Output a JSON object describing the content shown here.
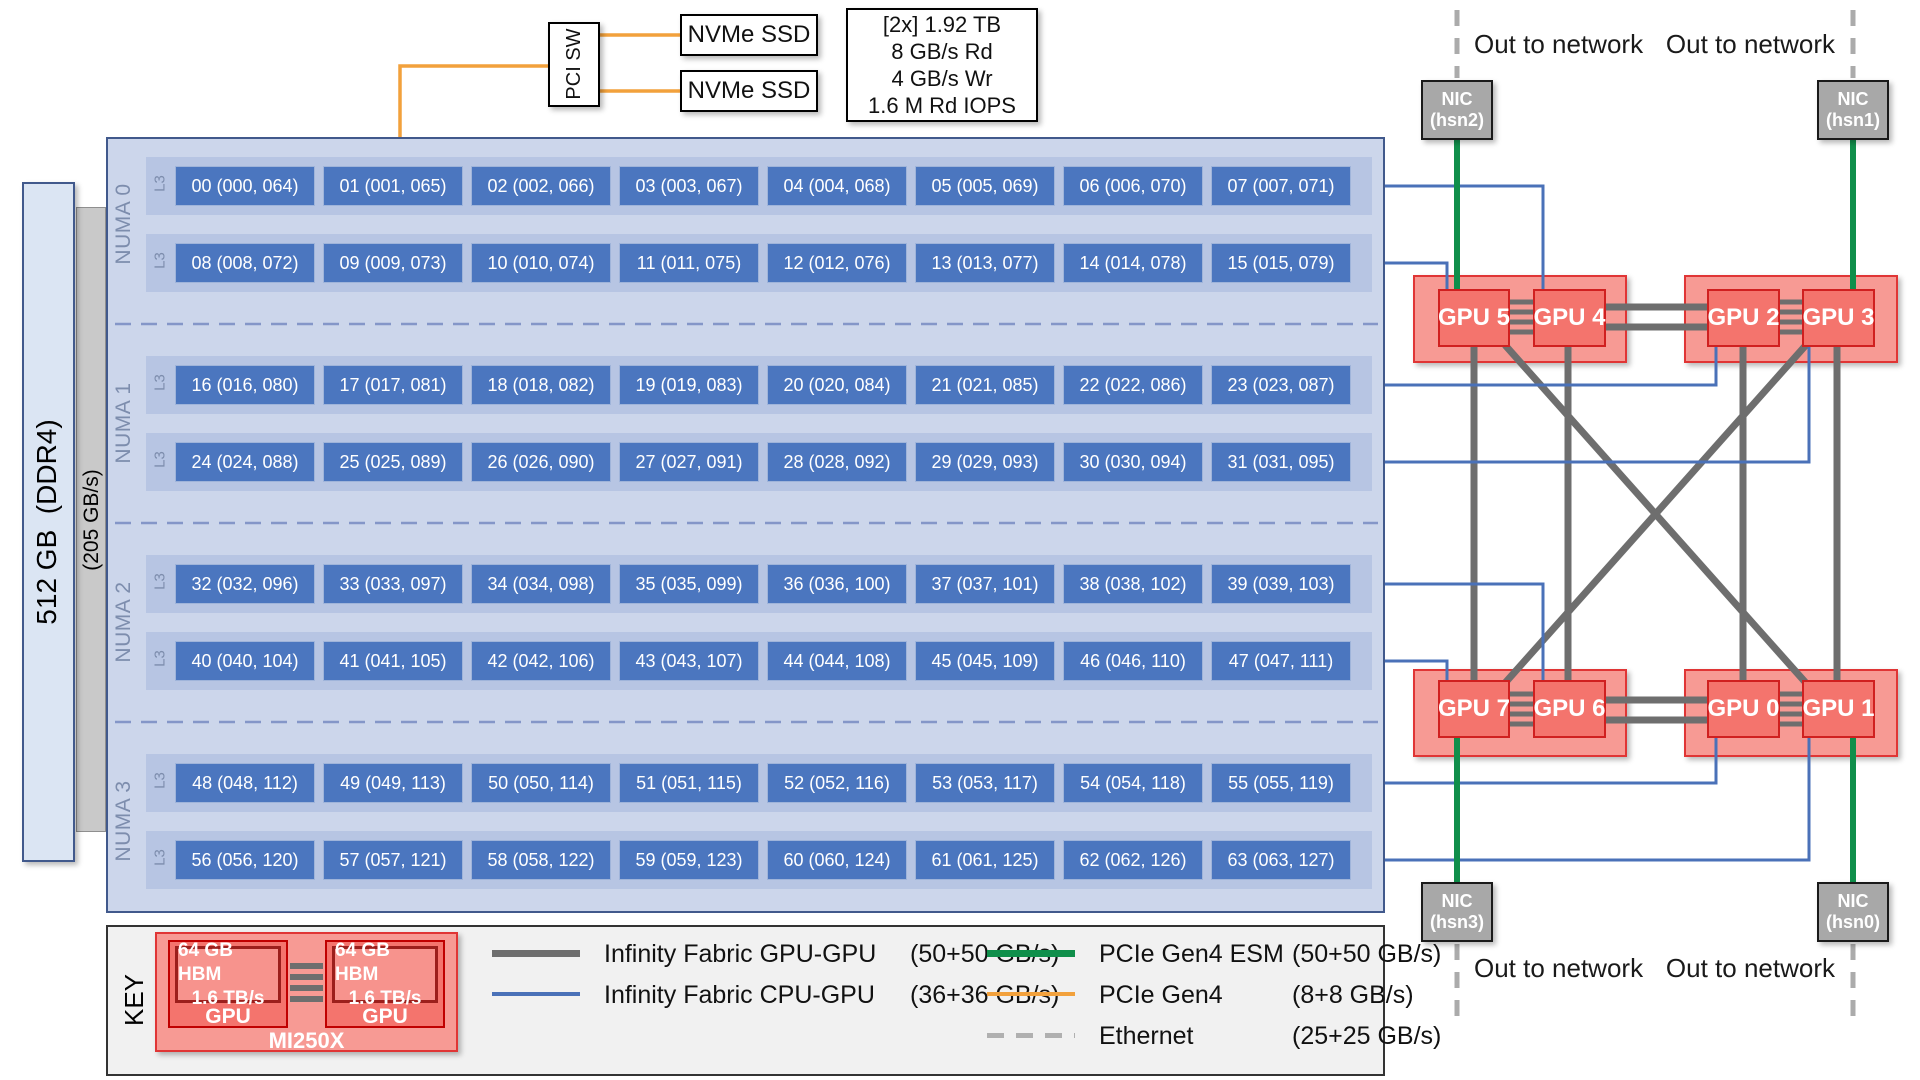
{
  "storage": {
    "pci_switch": "PCI SW",
    "nvme_drives": [
      "NVMe SSD",
      "NVMe SSD"
    ],
    "spec_lines": [
      "[2x] 1.92 TB",
      "8 GB/s Rd",
      "4 GB/s Wr",
      "1.6 M Rd IOPS"
    ]
  },
  "memory": {
    "label": "512 GB  (DDR4)",
    "bandwidth": "(205 GB/s)"
  },
  "cpu": {
    "l3_label": "L3",
    "numa": [
      {
        "label": "NUMA 0",
        "rows": [
          [
            "00 (000, 064)",
            "01 (001, 065)",
            "02 (002, 066)",
            "03 (003, 067)",
            "04 (004, 068)",
            "05 (005, 069)",
            "06 (006, 070)",
            "07 (007, 071)"
          ],
          [
            "08 (008, 072)",
            "09 (009, 073)",
            "10 (010, 074)",
            "11 (011, 075)",
            "12 (012, 076)",
            "13 (013, 077)",
            "14 (014, 078)",
            "15 (015, 079)"
          ]
        ]
      },
      {
        "label": "NUMA 1",
        "rows": [
          [
            "16 (016, 080)",
            "17 (017, 081)",
            "18 (018, 082)",
            "19 (019, 083)",
            "20 (020, 084)",
            "21 (021, 085)",
            "22 (022, 086)",
            "23 (023, 087)"
          ],
          [
            "24 (024, 088)",
            "25 (025, 089)",
            "26 (026, 090)",
            "27 (027, 091)",
            "28 (028, 092)",
            "29 (029, 093)",
            "30 (030, 094)",
            "31 (031, 095)"
          ]
        ]
      },
      {
        "label": "NUMA 2",
        "rows": [
          [
            "32 (032, 096)",
            "33 (033, 097)",
            "34 (034, 098)",
            "35 (035, 099)",
            "36 (036, 100)",
            "37 (037, 101)",
            "38 (038, 102)",
            "39 (039, 103)"
          ],
          [
            "40 (040, 104)",
            "41 (041, 105)",
            "42 (042, 106)",
            "43 (043, 107)",
            "44 (044, 108)",
            "45 (045, 109)",
            "46 (046, 110)",
            "47 (047, 111)"
          ]
        ]
      },
      {
        "label": "NUMA 3",
        "rows": [
          [
            "48 (048, 112)",
            "49 (049, 113)",
            "50 (050, 114)",
            "51 (051, 115)",
            "52 (052, 116)",
            "53 (053, 117)",
            "54 (054, 118)",
            "55 (055, 119)"
          ],
          [
            "56 (056, 120)",
            "57 (057, 121)",
            "58 (058, 122)",
            "59 (059, 123)",
            "60 (060, 124)",
            "61 (061, 125)",
            "62 (062, 126)",
            "63 (063, 127)"
          ]
        ]
      }
    ]
  },
  "gpus": {
    "modules": [
      {
        "position": "top-left",
        "gpus": [
          "GPU 5",
          "GPU 4"
        ]
      },
      {
        "position": "top-right",
        "gpus": [
          "GPU 2",
          "GPU 3"
        ]
      },
      {
        "position": "bottom-left",
        "gpus": [
          "GPU 7",
          "GPU 6"
        ]
      },
      {
        "position": "bottom-right",
        "gpus": [
          "GPU 0",
          "GPU 1"
        ]
      }
    ]
  },
  "nics": [
    {
      "name": "NIC",
      "port": "(hsn2)"
    },
    {
      "name": "NIC",
      "port": "(hsn1)"
    },
    {
      "name": "NIC",
      "port": "(hsn3)"
    },
    {
      "name": "NIC",
      "port": "(hsn0)"
    }
  ],
  "network": {
    "out_labels": [
      "Out to network",
      "Out to network",
      "Out to network",
      "Out to network"
    ]
  },
  "key": {
    "title": "KEY",
    "module": {
      "hbm_line1": "64 GB HBM",
      "hbm_line2": "1.6 TB/s",
      "gpu_label": "GPU",
      "module_label": "MI250X"
    },
    "legend": [
      {
        "label": "Infinity Fabric GPU-GPU",
        "value": "(50+50 GB/s)",
        "type": "gray-thick"
      },
      {
        "label": "Infinity Fabric CPU-GPU",
        "value": "(36+36 GB/s)",
        "type": "blue"
      },
      {
        "label": "PCIe Gen4 ESM",
        "value": "(50+50 GB/s)",
        "type": "green-thick"
      },
      {
        "label": "PCIe Gen4",
        "value": "(8+8 GB/s)",
        "type": "orange"
      },
      {
        "label": "Ethernet",
        "value": "(25+25 GB/s)",
        "type": "gray-dashed"
      }
    ]
  },
  "connections": {
    "infinity_fabric_gpu_gpu": [
      "GPU5-GPU4 (quad)",
      "GPU2-GPU3 (quad)",
      "GPU7-GPU6 (quad)",
      "GPU0-GPU1 (quad)",
      "GPU4-GPU2 (double)",
      "GPU6-GPU0 (double)",
      "GPU5-GPU7",
      "GPU4-GPU6",
      "GPU2-GPU0",
      "GPU3-GPU1",
      "GPU5-GPU1 (diagonal)",
      "GPU3-GPU7 (diagonal)"
    ],
    "infinity_fabric_cpu_gpu": [
      "cores 00-07 to GPU 4",
      "cores 08-15 to GPU 5",
      "cores 16-23 to GPU 2",
      "cores 24-31 to GPU 3",
      "cores 32-39 to GPU 6",
      "cores 40-47 to GPU 7",
      "cores 48-55 to GPU 0",
      "cores 56-63 to GPU 1"
    ],
    "pcie_esm": [
      "GPU 5 - NIC (hsn2)",
      "GPU 3 - NIC (hsn1)",
      "GPU 7 - NIC (hsn3)",
      "GPU 1 - NIC (hsn0)"
    ],
    "pcie_gen4": [
      "CPU - PCI SW",
      "PCI SW - NVMe SSD",
      "PCI SW - NVMe SSD"
    ],
    "ethernet": [
      "NIC (hsn2) out",
      "NIC (hsn1) out",
      "NIC (hsn3) out",
      "NIC (hsn0) out"
    ]
  },
  "colors": {
    "cpu_block_bg": "#ccd6eb",
    "numa_strip_bg": "#b7c5e3",
    "core_box": "#4b76bf",
    "module_red": "#f79a94",
    "gpu_red": "#f4746d",
    "gpu_border": "#d02020",
    "nic_gray": "#a8a8a8",
    "if_gpu_gpu_gray": "#6e6e6e",
    "if_cpu_gpu_blue": "#4a71b8",
    "pcie_esm_green": "#108f4b",
    "pcie_gen4_orange": "#f2a13c",
    "ethernet_dash_gray": "#ababab"
  }
}
